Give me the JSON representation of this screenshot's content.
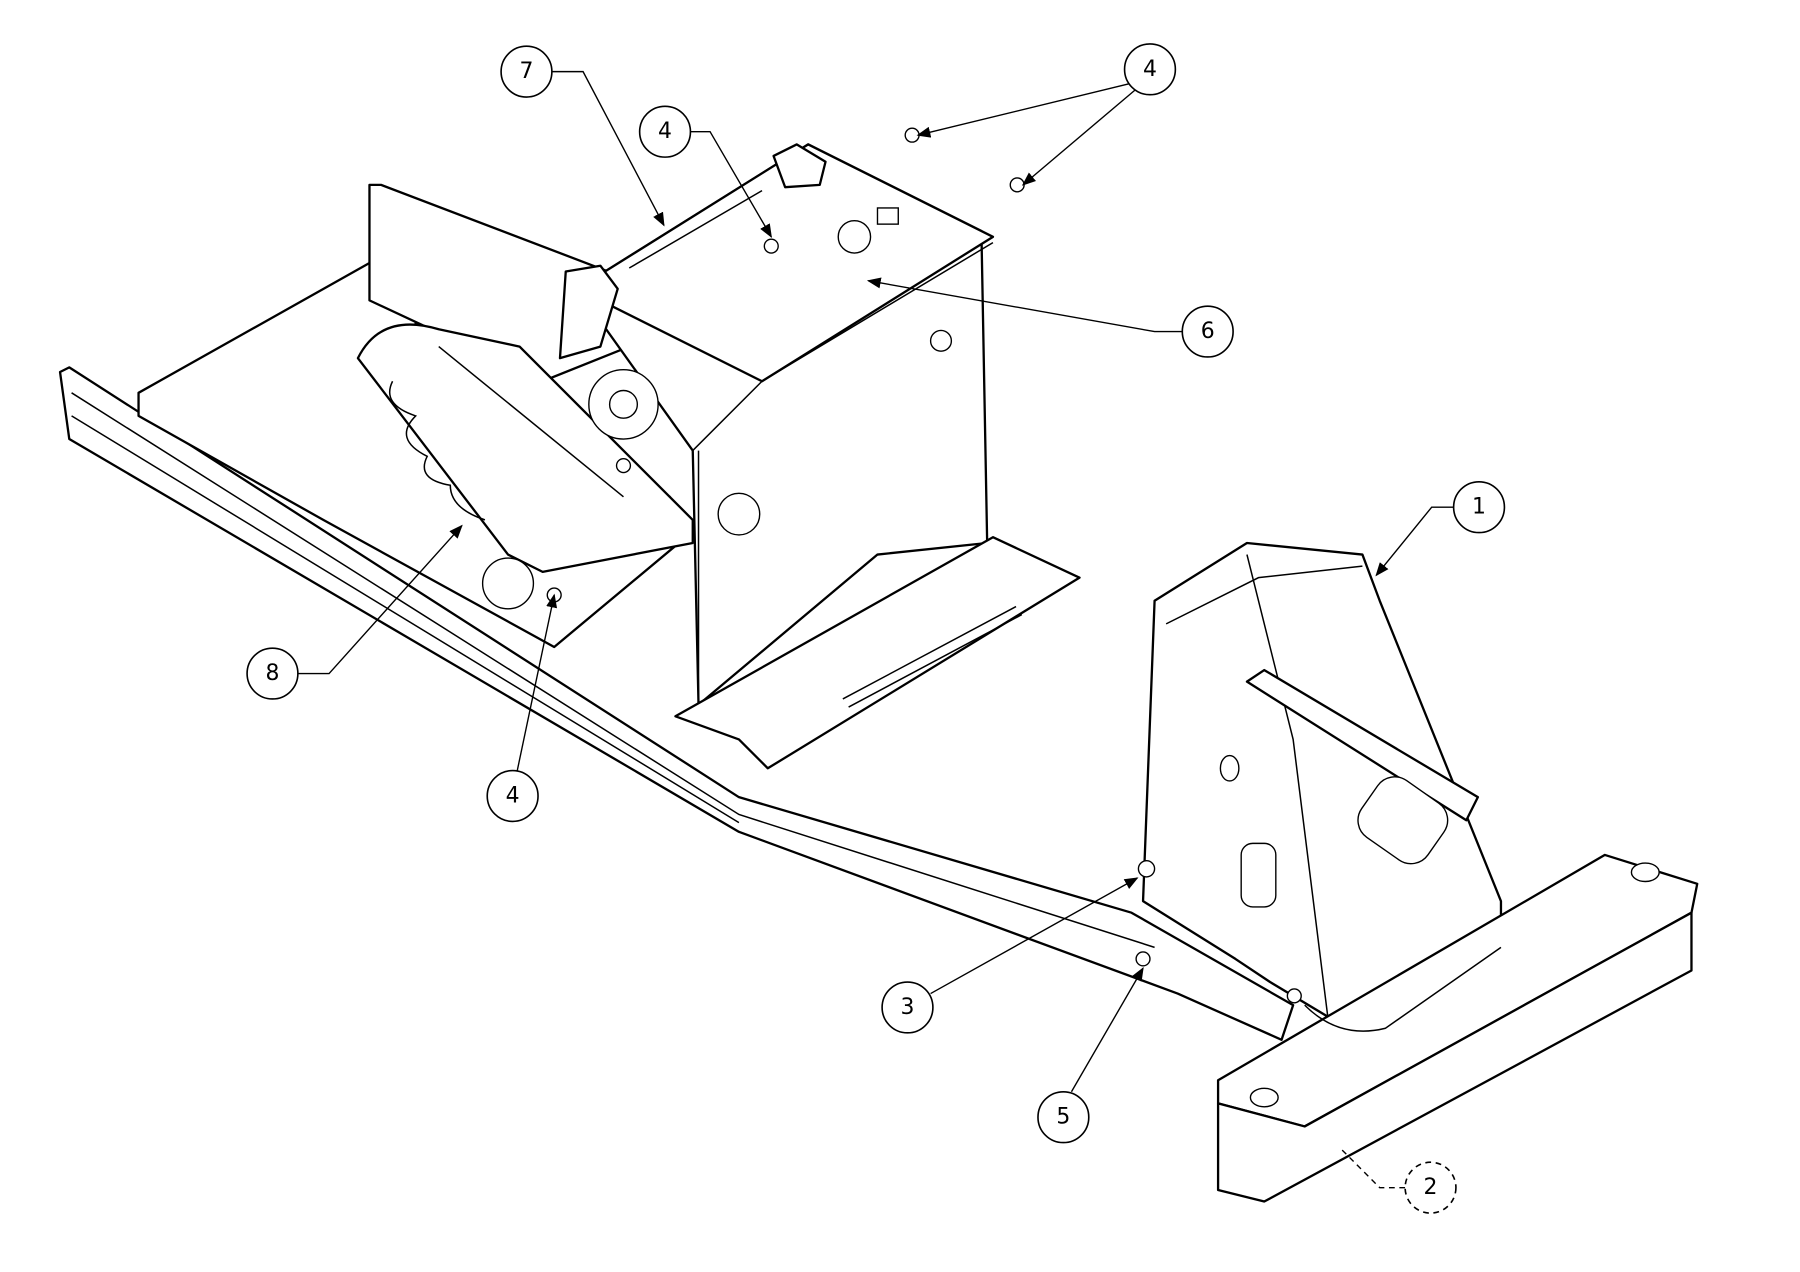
{
  "diagram": {
    "callouts": [
      {
        "id": "callout-1",
        "label": "1"
      },
      {
        "id": "callout-2",
        "label": "2",
        "hidden_part": true
      },
      {
        "id": "callout-3",
        "label": "3"
      },
      {
        "id": "callout-4a",
        "label": "4"
      },
      {
        "id": "callout-4b",
        "label": "4"
      },
      {
        "id": "callout-4c",
        "label": "4"
      },
      {
        "id": "callout-5",
        "label": "5"
      },
      {
        "id": "callout-6",
        "label": "6"
      },
      {
        "id": "callout-7",
        "label": "7"
      },
      {
        "id": "callout-8",
        "label": "8"
      }
    ]
  }
}
